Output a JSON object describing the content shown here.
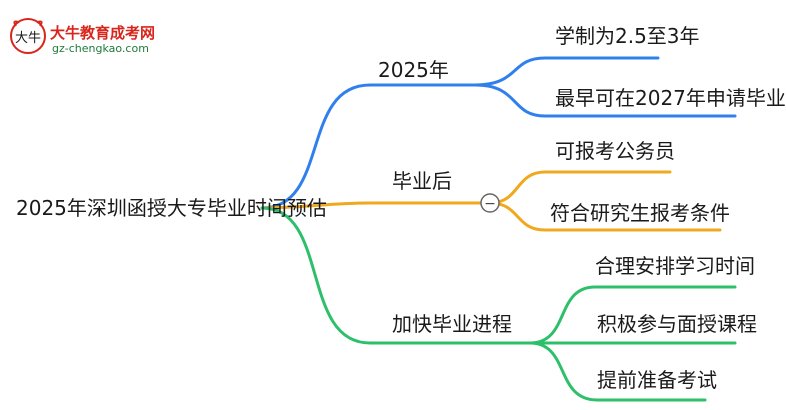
{
  "logo": {
    "title": "大牛教育成考网",
    "url": "gz-chengkao.com",
    "mark_text": "大牛"
  },
  "colors": {
    "blue": "#2f80ed",
    "orange": "#f0a81f",
    "green": "#2dbf6a",
    "text": "#1a1a1a"
  },
  "root": {
    "label": "2025年深圳函授大专毕业时间预估"
  },
  "branches": [
    {
      "label": "2025年",
      "color": "blue",
      "children": [
        {
          "label": "学制为2.5至3年"
        },
        {
          "label": "最早可在2027年申请毕业"
        }
      ]
    },
    {
      "label": "毕业后",
      "color": "orange",
      "collapse_symbol": "−",
      "children": [
        {
          "label": "可报考公务员"
        },
        {
          "label": "符合研究生报考条件"
        }
      ]
    },
    {
      "label": "加快毕业进程",
      "color": "green",
      "children": [
        {
          "label": "合理安排学习时间"
        },
        {
          "label": "积极参与面授课程"
        },
        {
          "label": "提前准备考试"
        }
      ]
    }
  ]
}
